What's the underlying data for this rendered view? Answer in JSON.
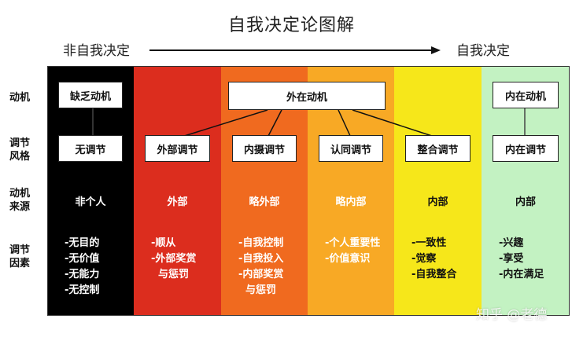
{
  "title": "自我决定论图解",
  "scale": {
    "left": "非自我决定",
    "right": "自我决定"
  },
  "row_labels": {
    "motivation": "动机",
    "regulation_style": "调节\n风格",
    "motivation_source": "动机\n来源",
    "regulation_factors": "调节\n因素"
  },
  "columns": [
    {
      "color": "#000000",
      "text_color": "#ffffff",
      "motivation": "缺乏动机",
      "style": "无调节",
      "source": "非个人",
      "factors": [
        "-无目的",
        "-无价值",
        "-无能力",
        "-无控制"
      ]
    },
    {
      "color": "#dc2d1e",
      "text_color": "#ffffff",
      "motivation": "",
      "style": "外部调节",
      "source": "外部",
      "factors": [
        "-顺从",
        "-外部奖赏",
        "  与惩罚"
      ]
    },
    {
      "color": "#f06a1f",
      "text_color": "#ffffff",
      "motivation": "",
      "style": "内摄调节",
      "source": "略外部",
      "factors": [
        "-自我控制",
        "-自我投入",
        "-内部奖赏",
        "  与惩罚"
      ]
    },
    {
      "color": "#f8a925",
      "text_color": "#ffffff",
      "motivation": "",
      "style": "认同调节",
      "source": "略内部",
      "factors": [
        "-个人重要性",
        "-价值意识"
      ]
    },
    {
      "color": "#f6e71a",
      "text_color": "#111111",
      "motivation": "",
      "style": "整合调节",
      "source": "内部",
      "factors": [
        "-一致性",
        "-觉察",
        "-自我整合"
      ]
    },
    {
      "color": "#c3f2c2",
      "text_color": "#111111",
      "motivation": "内在动机",
      "style": "内在调节",
      "source": "内部",
      "factors": [
        "-兴趣",
        "-享受",
        "-内在满足"
      ]
    }
  ],
  "extrinsic_box": "外在动机",
  "watermark": "知乎 @老德"
}
